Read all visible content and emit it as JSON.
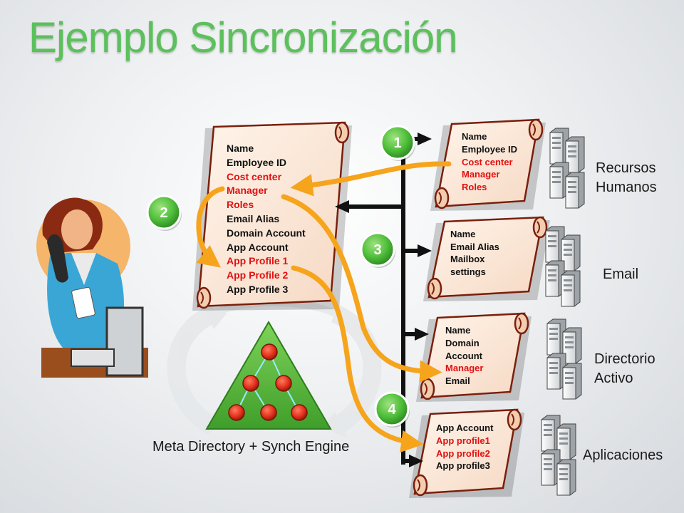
{
  "slide": {
    "title": "Ejemplo Sincronización",
    "engine_label": "Meta Directory + Synch Engine"
  },
  "colors": {
    "title_green": "#5cc05c",
    "arrow_orange": "#f5a41c",
    "badge_green": "#4fbf3a",
    "node_red": "#e2301c",
    "triangle_green": "#5fbf3a",
    "scroll_paper": "#fbe7d6",
    "scroll_edge": "#7a1f0c"
  },
  "icons": [
    "person-on-phone-icon",
    "server-stack-icon",
    "cycle-arrows-icon",
    "triangle-network-icon"
  ],
  "metaverse": {
    "fields": [
      {
        "text": "Name",
        "color": "black"
      },
      {
        "text": "Employee ID",
        "color": "black"
      },
      {
        "text": "Cost center",
        "color": "red"
      },
      {
        "text": "Manager",
        "color": "red"
      },
      {
        "text": "Roles",
        "color": "red"
      },
      {
        "text": "Email Alias",
        "color": "black"
      },
      {
        "text": "Domain Account",
        "color": "black"
      },
      {
        "text": "App Account",
        "color": "black"
      },
      {
        "text": "App Profile 1",
        "color": "red"
      },
      {
        "text": "App Profile 2",
        "color": "red"
      },
      {
        "text": "App Profile 3",
        "color": "black"
      }
    ]
  },
  "systems": [
    {
      "label_lines": [
        "Recursos",
        "Humanos"
      ],
      "fields": [
        {
          "text": "Name",
          "color": "black"
        },
        {
          "text": "Employee ID",
          "color": "black"
        },
        {
          "text": "Cost center",
          "color": "red"
        },
        {
          "text": "Manager",
          "color": "red"
        },
        {
          "text": "Roles",
          "color": "red"
        }
      ]
    },
    {
      "label_lines": [
        "Email"
      ],
      "fields": [
        {
          "text": "Name",
          "color": "black"
        },
        {
          "text": "Email Alias",
          "color": "black"
        },
        {
          "text": "Mailbox",
          "color": "black"
        },
        {
          "text": "settings",
          "color": "black"
        }
      ]
    },
    {
      "label_lines": [
        "Directorio",
        "Activo"
      ],
      "fields": [
        {
          "text": "Name",
          "color": "black"
        },
        {
          "text": "Domain",
          "color": "black"
        },
        {
          "text": "Account",
          "color": "black"
        },
        {
          "text": "Manager",
          "color": "red"
        },
        {
          "text": "Email",
          "color": "black"
        }
      ]
    },
    {
      "label_lines": [
        "Aplicaciones"
      ],
      "fields": [
        {
          "text": "App Account",
          "color": "black"
        },
        {
          "text": "App profile1",
          "color": "red"
        },
        {
          "text": "App profile2",
          "color": "red"
        },
        {
          "text": "App profile3",
          "color": "black"
        }
      ]
    }
  ],
  "steps": [
    "1",
    "2",
    "3",
    "4"
  ]
}
